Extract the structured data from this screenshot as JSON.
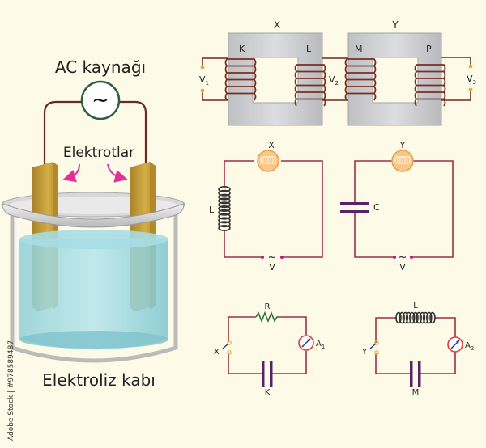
{
  "left_panel": {
    "ac_source_label": "AC kaynağı",
    "ac_symbol": "~",
    "electrodes_label": "Elektrotlar",
    "vessel_label": "Elektroliz kabı"
  },
  "transformers": {
    "core_x_label": "X",
    "core_y_label": "Y",
    "coil_k_label": "K",
    "coil_l_label": "L",
    "coil_m_label": "M",
    "coil_p_label": "P",
    "v1": "V",
    "v1_sub": "1",
    "v2": "V",
    "v2_sub": "2",
    "v3": "V",
    "v3_sub": "3"
  },
  "circuit_lx": {
    "lamp_label": "X",
    "inductor_label": "L",
    "source_label": "V",
    "source_symbol": "~"
  },
  "circuit_cy": {
    "lamp_label": "Y",
    "capacitor_label": "C",
    "source_label": "V",
    "source_symbol": "~"
  },
  "circuit_rk": {
    "resistor_label": "R",
    "switch_label": "X",
    "ammeter_label": "A",
    "ammeter_sub": "1",
    "capacitor_label": "K"
  },
  "circuit_lm": {
    "inductor_label": "L",
    "switch_label": "Y",
    "ammeter_label": "A",
    "ammeter_sub": "2",
    "capacitor_label": "M"
  },
  "watermark": "Adobe Stock | #978589487",
  "colors": {
    "background": "#fdfbe8",
    "wire_brown": "#6b2a1f",
    "wire_maroon": "#9b3048",
    "ac_ring": "#2e5e44",
    "electrode": "#c9a43a",
    "electrolyte": "#8fd3dc",
    "arrow_pink": "#e0309a",
    "core_gray": "#c9cacc",
    "coil_copper": "#7a2e22",
    "lamp_orange": "#f2b36b",
    "capacitor_purple": "#5a2266",
    "resistor_green": "#2f6a3e",
    "ammeter_red": "#d14040"
  }
}
